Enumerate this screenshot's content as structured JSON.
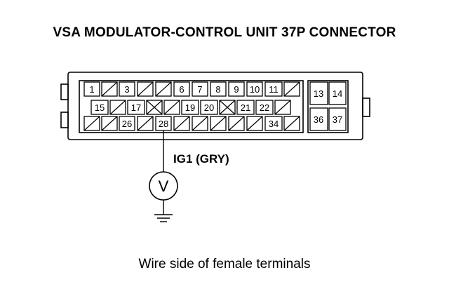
{
  "title": "VSA MODULATOR-CONTROL UNIT 37P CONNECTOR",
  "caption": "Wire side of female terminals",
  "wire_label": "IG1 (GRY)",
  "meter_symbol": "V",
  "pin_labels": {
    "p1": "1",
    "p3": "3",
    "p6": "6",
    "p7": "7",
    "p8": "8",
    "p9": "9",
    "p10": "10",
    "p11": "11",
    "p13": "13",
    "p14": "14",
    "p15": "15",
    "p17": "17",
    "p19": "19",
    "p20": "20",
    "p21": "21",
    "p22": "22",
    "p26": "26",
    "p28": "28",
    "p34": "34",
    "p36": "36",
    "p37": "37"
  }
}
